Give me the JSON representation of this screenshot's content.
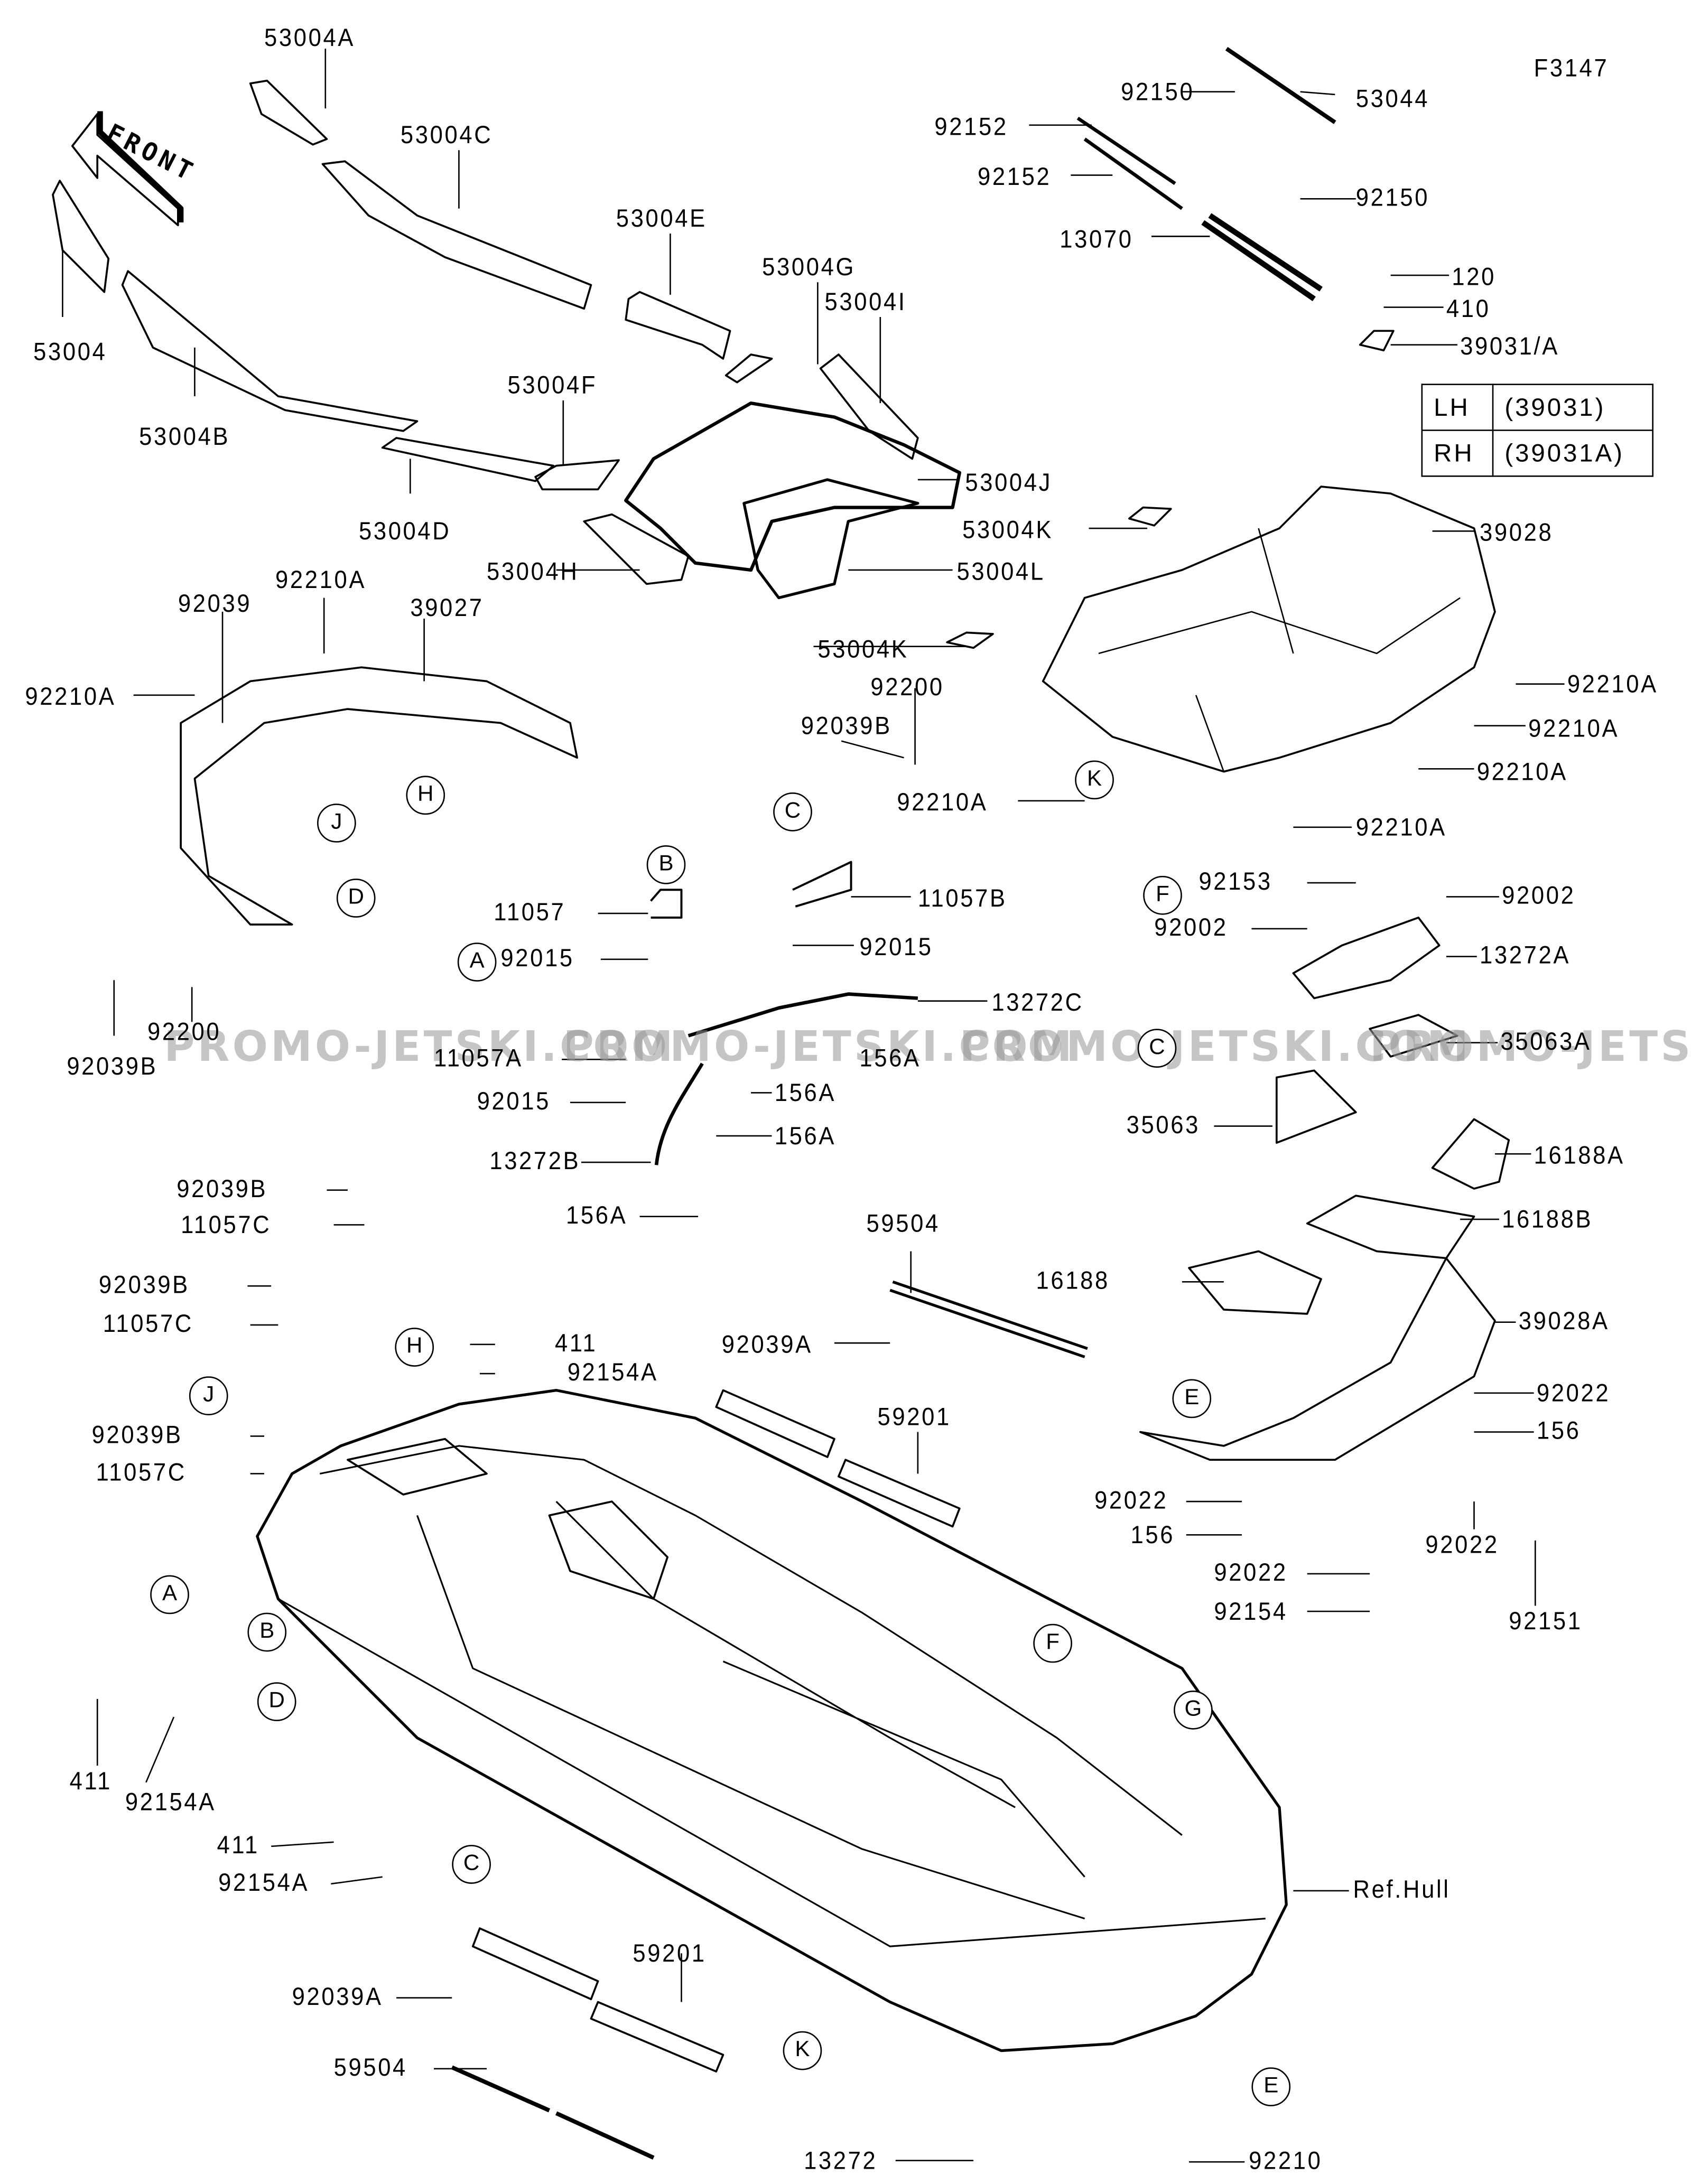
{
  "diagram_id": "F3147",
  "front_arrow": "FRONT",
  "watermark": "PROMO-JETSKI.COM",
  "labels": [
    "53004A",
    "53004C",
    "53004E",
    "53004G",
    "53004I",
    "53004",
    "53004B",
    "53004F",
    "53004D",
    "53004J",
    "53004K",
    "53004H",
    "53004L",
    "53004K",
    "92150",
    "53044",
    "92152",
    "92152",
    "92150",
    "13070",
    "120",
    "410",
    "39031/A",
    "39028",
    "92210A",
    "92210A",
    "92210A",
    "92210A",
    "92039",
    "92210A",
    "39027",
    "92210A",
    "92200",
    "92039B",
    "92210A",
    "92200",
    "92039B",
    "11057",
    "11057B",
    "92015",
    "92015",
    "13272C",
    "11057A",
    "156A",
    "92015",
    "156A",
    "156A",
    "13272B",
    "156A",
    "92153",
    "92002",
    "92002",
    "13272A",
    "35063A",
    "35063",
    "16188A",
    "16188B",
    "16188",
    "39028A",
    "92022",
    "156",
    "92022",
    "156",
    "92022",
    "92154",
    "92022",
    "92151",
    "59504",
    "92039A",
    "59201",
    "92039B",
    "11057C",
    "92039B",
    "11057C",
    "411",
    "92154A",
    "92039B",
    "11057C",
    "411",
    "92154A",
    "411",
    "92154A",
    "Ref.Hull",
    "59201",
    "92039A",
    "59504",
    "13272",
    "92210"
  ],
  "callouts": [
    "K",
    "F",
    "J",
    "H",
    "D",
    "B",
    "C",
    "A",
    "C",
    "E",
    "H",
    "J",
    "A",
    "B",
    "D",
    "F",
    "G",
    "C",
    "K",
    "E"
  ],
  "side_table": [
    {
      "side": "LH",
      "part": "(39031)"
    },
    {
      "side": "RH",
      "part": "(39031A)"
    }
  ]
}
